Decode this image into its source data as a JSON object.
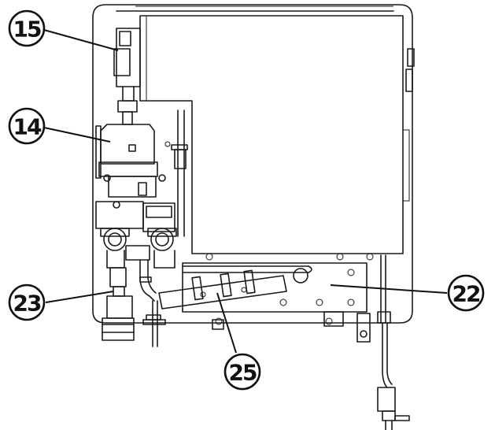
{
  "callouts": {
    "c15": "15",
    "c14": "14",
    "c23": "23",
    "c22": "22",
    "c25": "25"
  },
  "colors": {
    "line": "#1a1a1a",
    "background": "#ffffff"
  }
}
